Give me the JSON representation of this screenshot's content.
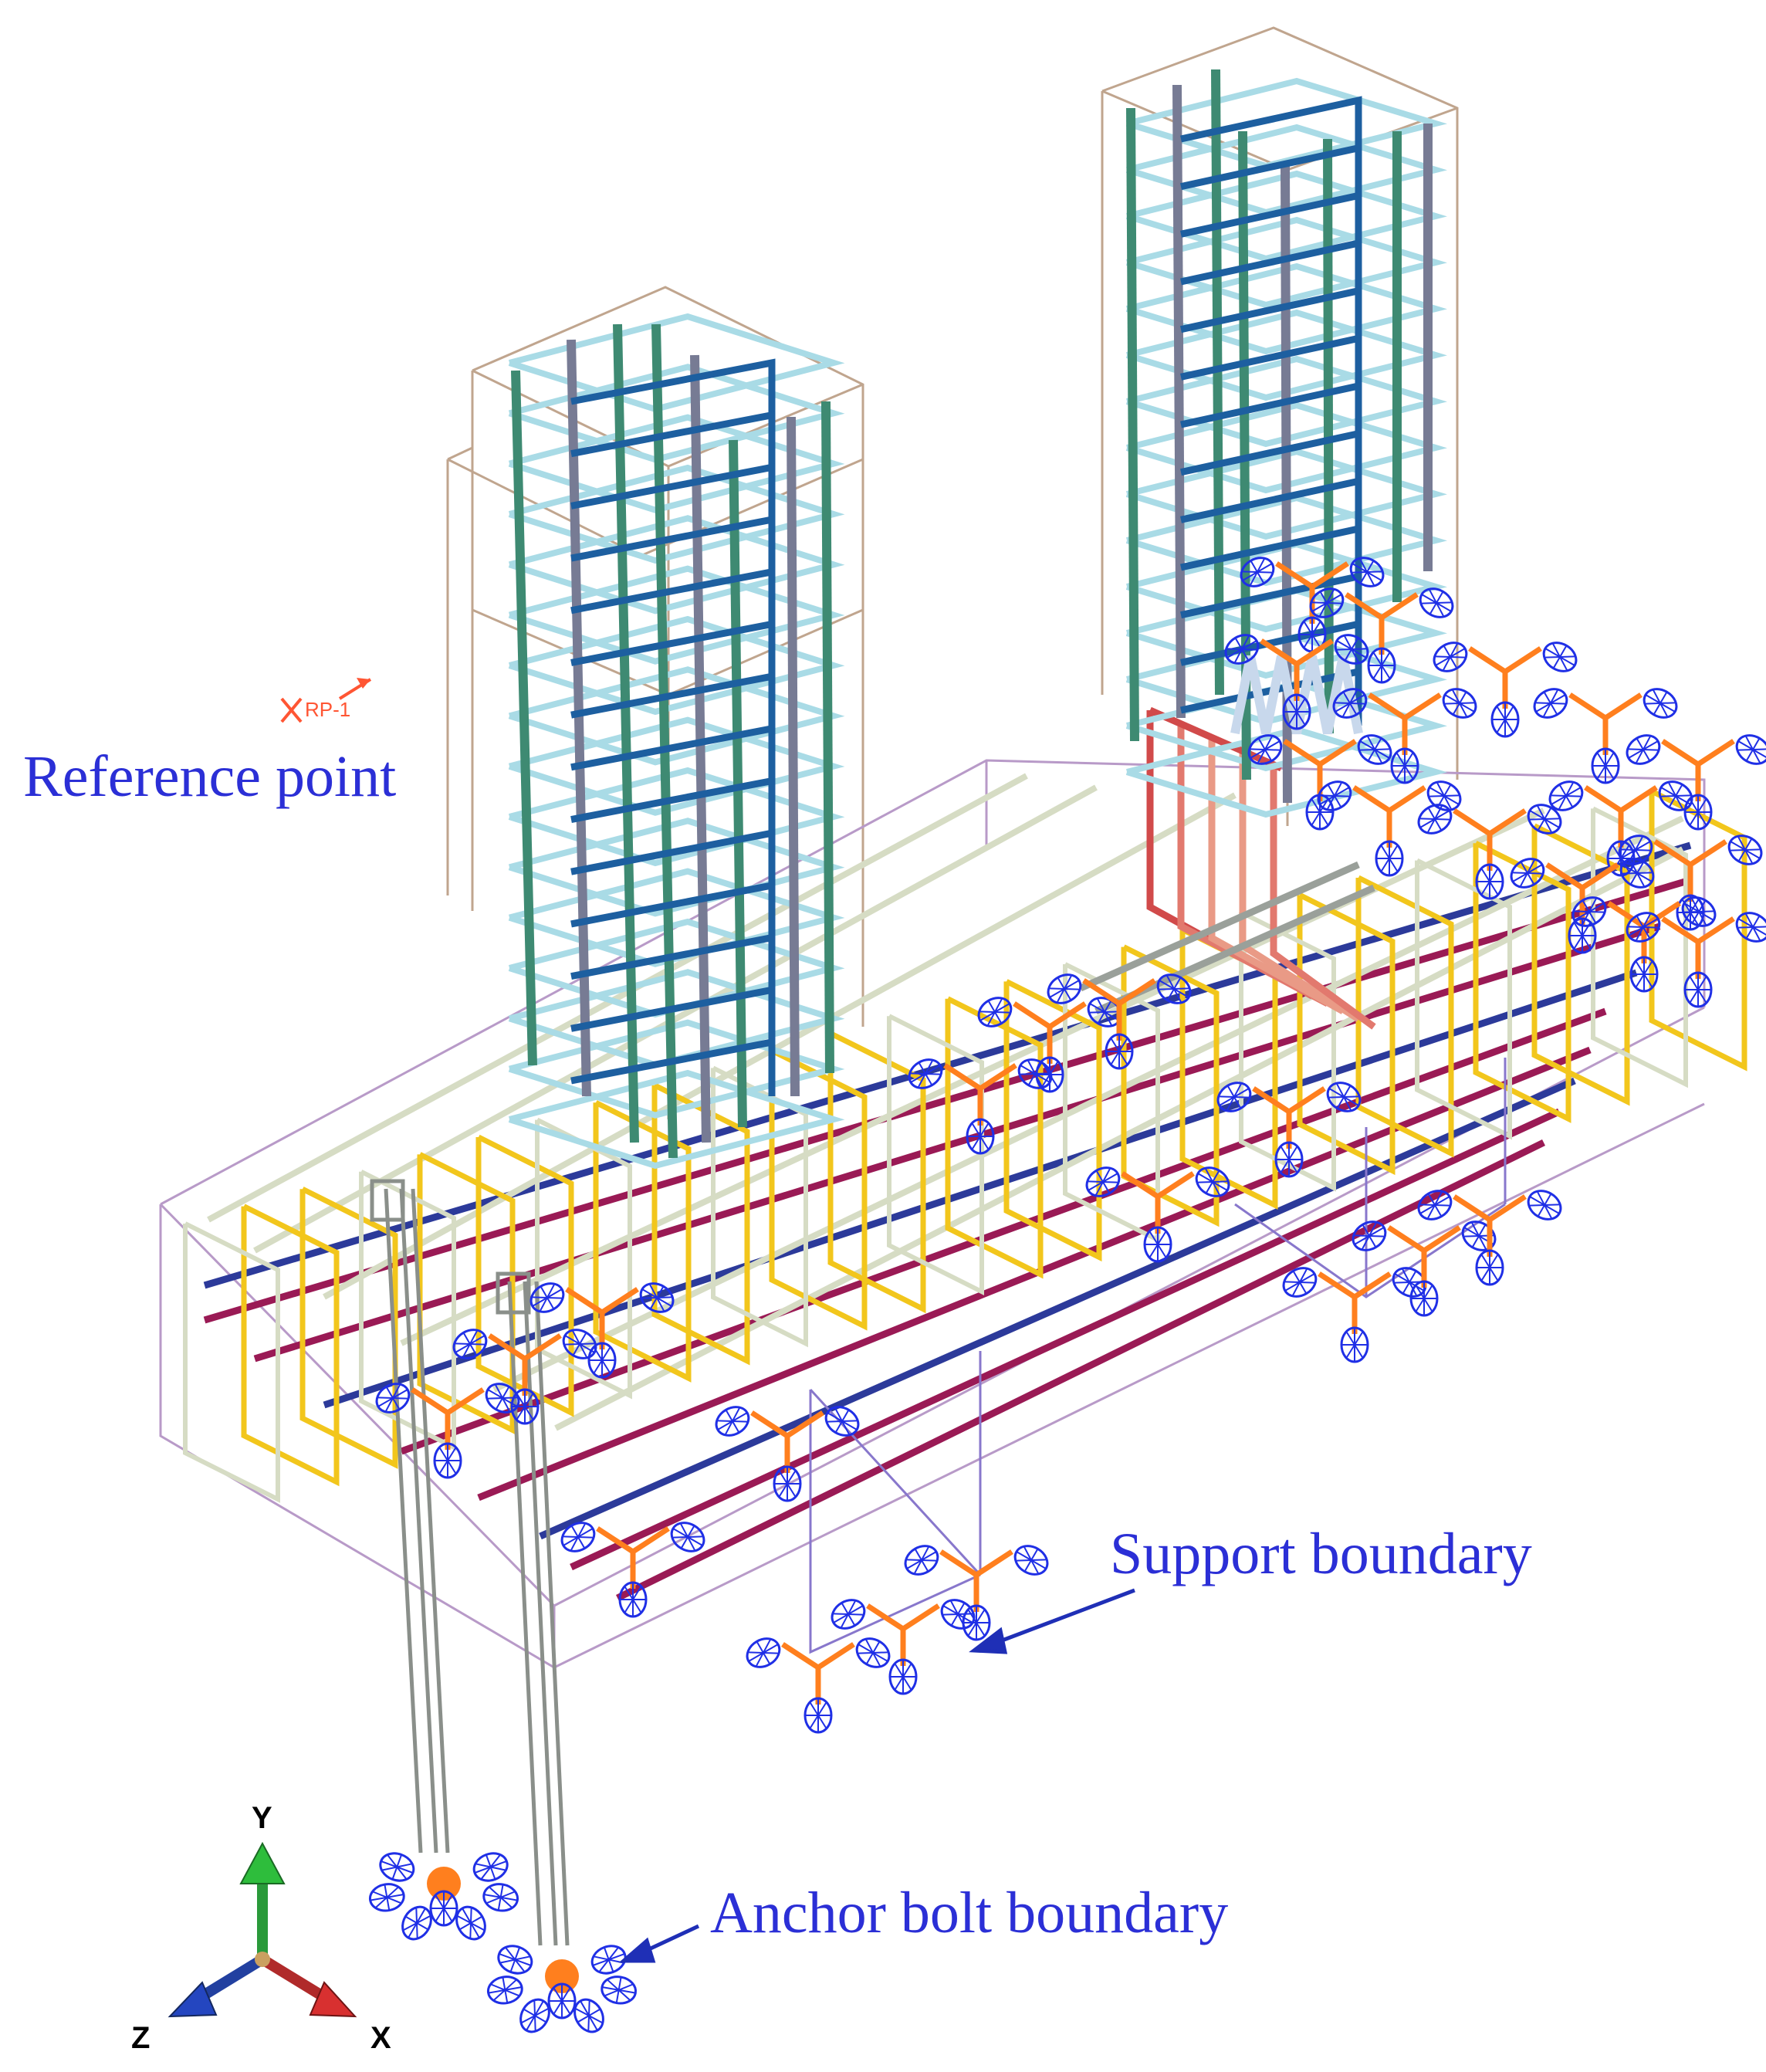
{
  "annotations": {
    "reference_point": "Reference point",
    "support_boundary": "Support boundary",
    "anchor_bolt_boundary": "Anchor bolt boundary"
  },
  "rp_label": "RP-1",
  "triad": {
    "x": "X",
    "y": "Y",
    "z": "Z"
  },
  "colors": {
    "annotation_text": "#2b2fd6",
    "column_longitudinal": "#3e8a72",
    "column_stirrup": "#a9dbe6",
    "column_inner_tie": "#1d5fa0",
    "column_bar_grey": "#777b94",
    "beam_stirrup": "#f2c61c",
    "beam_rebar_crimson": "#9a1a55",
    "beam_rebar_navy": "#2c3a9a",
    "beam_rebar_pale": "#d6dcc4",
    "joint_bar": "#d14a4a",
    "concrete_outline": "#c0a58e",
    "beam_outline": "#b89ac8",
    "boundary_symbol_orange": "#ff7f1e",
    "boundary_symbol_blue": "#1f2fe6",
    "reference_point": "#ff5533"
  }
}
